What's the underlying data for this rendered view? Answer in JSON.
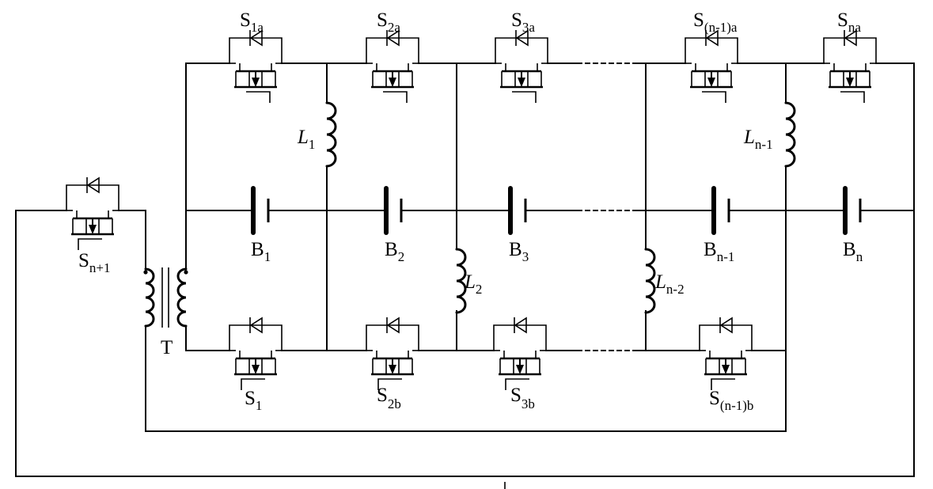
{
  "labels": {
    "s1a": {
      "main": "S",
      "sub": "1a"
    },
    "s2a": {
      "main": "S",
      "sub": "2a"
    },
    "s3a": {
      "main": "S",
      "sub": "3a"
    },
    "sn1a": {
      "main": "S",
      "sub": "(n-1)a"
    },
    "sna": {
      "main": "S",
      "sub": "na"
    },
    "s1": {
      "main": "S",
      "sub": "1"
    },
    "s2b": {
      "main": "S",
      "sub": "2b"
    },
    "s3b": {
      "main": "S",
      "sub": "3b"
    },
    "sn1b": {
      "main": "S",
      "sub": "(n-1)b"
    },
    "snp1": {
      "main": "S",
      "sub": "n+1"
    },
    "b1": {
      "main": "B",
      "sub": "1"
    },
    "b2": {
      "main": "B",
      "sub": "2"
    },
    "b3": {
      "main": "B",
      "sub": "3"
    },
    "bn1": {
      "main": "B",
      "sub": "n-1"
    },
    "bn": {
      "main": "B",
      "sub": "n"
    },
    "l1": {
      "main": "L",
      "sub": "1"
    },
    "l2": {
      "main": "L",
      "sub": "2"
    },
    "ln1": {
      "main": "L",
      "sub": "n-1"
    },
    "ln2": {
      "main": "L",
      "sub": "n-2"
    },
    "t": "T"
  }
}
